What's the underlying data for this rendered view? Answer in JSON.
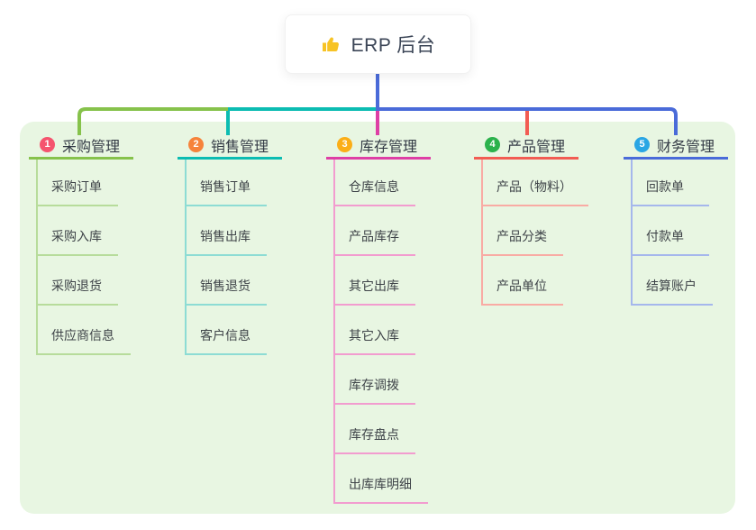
{
  "root": {
    "label": "ERP 后台",
    "icon": "thumbs-up-icon",
    "line_color": "#4a6bd9"
  },
  "canvas": {
    "panel_bg": "#e8f6e2"
  },
  "branches": [
    {
      "badge": "1",
      "label": "采购管理",
      "badge_color": "#f5546e",
      "color": "#86c24b",
      "light_color": "#b7dc9b",
      "children": [
        "采购订单",
        "采购入库",
        "采购退货",
        "供应商信息"
      ]
    },
    {
      "badge": "2",
      "label": "销售管理",
      "badge_color": "#f6833b",
      "color": "#0cbcb2",
      "light_color": "#8ddcd4",
      "children": [
        "销售订单",
        "销售出库",
        "销售退货",
        "客户信息"
      ]
    },
    {
      "badge": "3",
      "label": "库存管理",
      "badge_color": "#fbae17",
      "color": "#de3fa5",
      "light_color": "#f29ccf",
      "children": [
        "仓库信息",
        "产品库存",
        "其它出库",
        "其它入库",
        "库存调拨",
        "库存盘点",
        "出库库明细"
      ]
    },
    {
      "badge": "4",
      "label": "产品管理",
      "badge_color": "#2bb24c",
      "color": "#f25c53",
      "light_color": "#f9aba4",
      "children": [
        "产品（物料）",
        "产品分类",
        "产品单位"
      ]
    },
    {
      "badge": "5",
      "label": "财务管理",
      "badge_color": "#2aa6e4",
      "color": "#4a6bd9",
      "light_color": "#a5b7ec",
      "children": [
        "回款单",
        "付款单",
        "结算账户"
      ]
    }
  ]
}
